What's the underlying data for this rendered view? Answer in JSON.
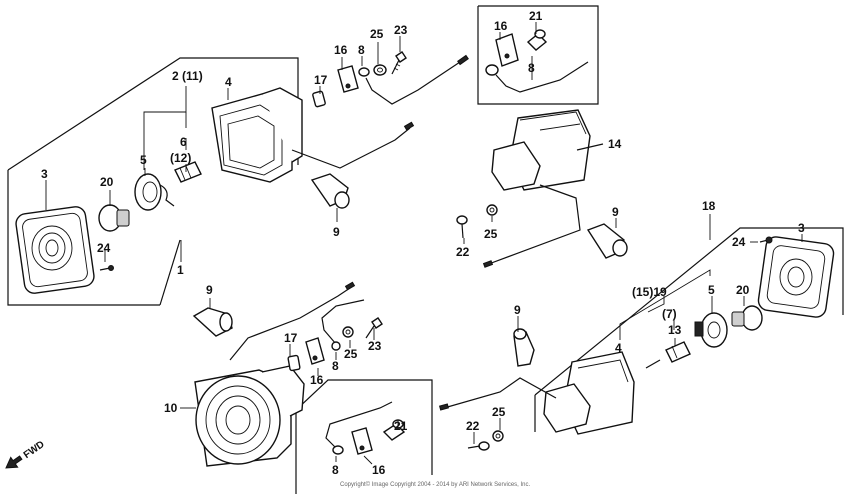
{
  "labels": {
    "l1": "1",
    "l2": "2 (11)",
    "l3a": "3",
    "l3b": "3",
    "l4a": "4",
    "l4b": "4",
    "l5a": "5",
    "l5b": "5",
    "l6": "6",
    "l7": "(7)",
    "l8a": "8",
    "l8b": "8",
    "l8c": "8",
    "l8d": "8",
    "l9a": "9",
    "l9b": "9",
    "l9c": "9",
    "l9d": "9",
    "l10": "10",
    "l12": "(12)",
    "l13": "13",
    "l14": "14",
    "l1519": "(15)19",
    "l16a": "16",
    "l16b": "16",
    "l16c": "16",
    "l16d": "16",
    "l17a": "17",
    "l17b": "17",
    "l18": "18",
    "l20a": "20",
    "l20b": "20",
    "l21a": "21",
    "l21b": "21",
    "l22a": "22",
    "l22b": "22",
    "l23a": "23",
    "l23b": "23",
    "l24a": "24",
    "l24b": "24",
    "l25a": "25",
    "l25b": "25",
    "l25c": "25",
    "l25d": "25"
  },
  "fwd": "FWD",
  "copyright": "Copyright© Image Copyright 2004 - 2014 by ARI Network Services, Inc."
}
